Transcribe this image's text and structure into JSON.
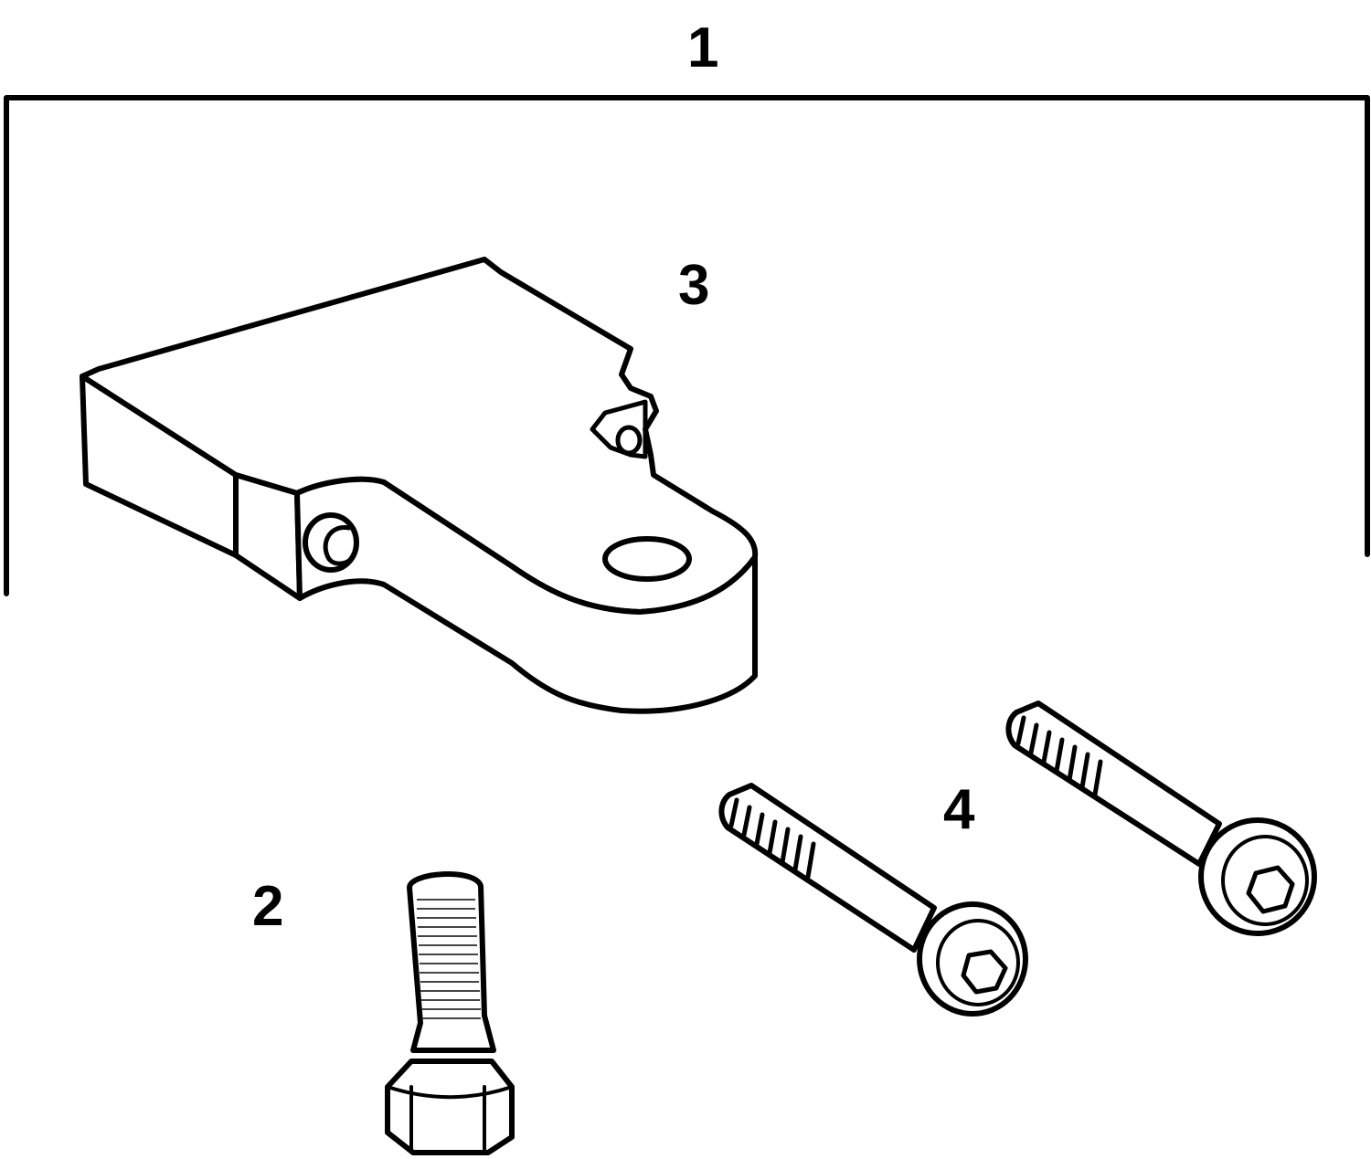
{
  "callouts": {
    "assembly": "1",
    "hex_bolt": "2",
    "bracket": "3",
    "socket_screws": "4"
  },
  "colors": {
    "ink": "#000000",
    "paper": "#ffffff"
  }
}
